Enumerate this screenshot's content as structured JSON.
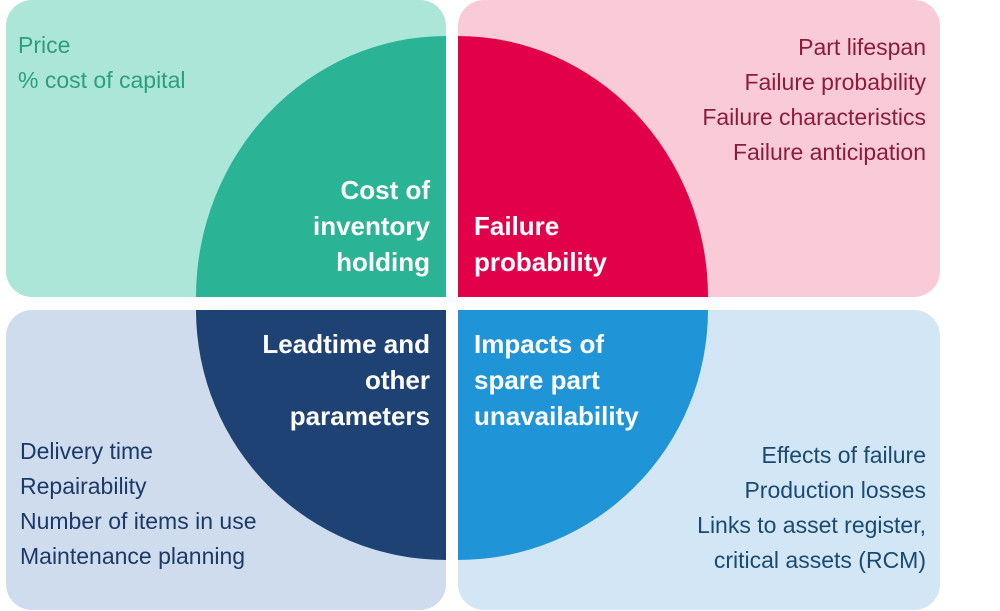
{
  "colors": {
    "cost_light": "#abe6d8",
    "cost_dark": "#2ab394",
    "cost_text": "#2b9f80",
    "failure_light": "#f9cbd9",
    "failure_dark": "#e3004a",
    "failure_text": "#8c1c3c",
    "leadtime_light": "#cfdcee",
    "leadtime_dark": "#1f4274",
    "leadtime_text": "#1c3a68",
    "impacts_light": "#d3e6f6",
    "impacts_dark": "#1f95d8",
    "impacts_text": "#1a4a73"
  },
  "quadrants": {
    "cost": {
      "title_lines": [
        "Cost of",
        "inventory",
        "holding"
      ],
      "items": [
        "Price",
        "% cost of capital"
      ]
    },
    "failure": {
      "title_lines": [
        "Failure",
        "probability"
      ],
      "items": [
        "Part lifespan",
        "Failure probability",
        "Failure characteristics",
        "Failure anticipation"
      ]
    },
    "leadtime": {
      "title_lines": [
        "Leadtime and",
        "other",
        "parameters"
      ],
      "items": [
        "Delivery time",
        "Repairability",
        "Number of items in use",
        "Maintenance planning"
      ]
    },
    "impacts": {
      "title_lines": [
        "Impacts of",
        "spare part",
        "unavailability"
      ],
      "items": [
        "Effects of failure",
        "Production losses",
        "Links to asset register,",
        "critical assets (RCM)"
      ]
    }
  }
}
